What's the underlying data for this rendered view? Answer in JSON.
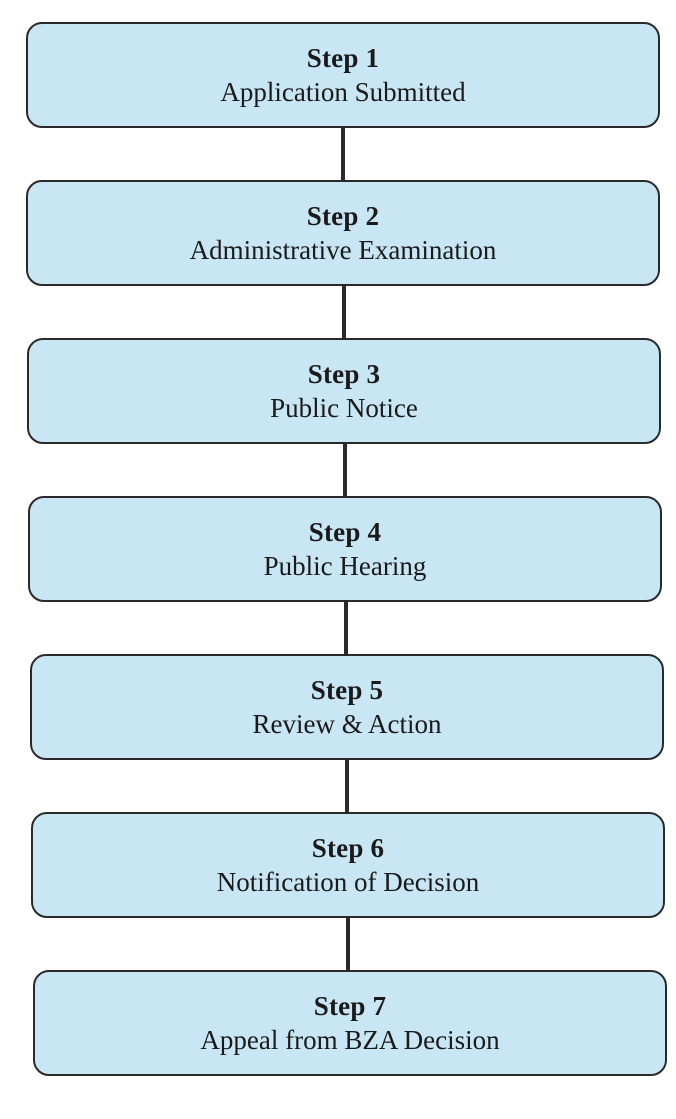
{
  "steps": [
    {
      "title": "Step 1",
      "description": "Application Submitted"
    },
    {
      "title": "Step 2",
      "description": "Administrative Examination"
    },
    {
      "title": "Step 3",
      "description": "Public Notice"
    },
    {
      "title": "Step 4",
      "description": "Public Hearing"
    },
    {
      "title": "Step 5",
      "description": "Review & Action"
    },
    {
      "title": "Step 6",
      "description": "Notification of Decision"
    },
    {
      "title": "Step 7",
      "description": "Appeal from BZA Decision"
    }
  ],
  "colors": {
    "box_fill": "#c9e6f4",
    "box_border": "#2a2a2a",
    "connector": "#2a2a2a",
    "text": "#1a1a1a"
  }
}
